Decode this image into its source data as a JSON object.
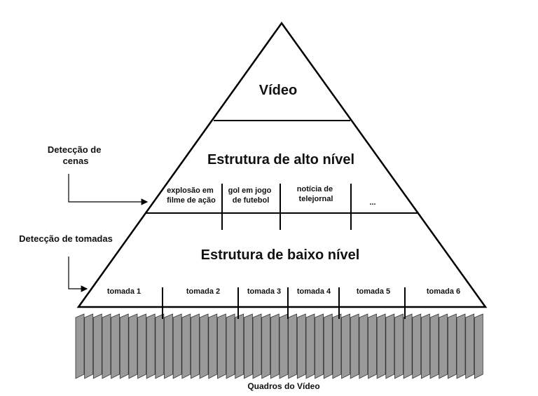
{
  "pyramid": {
    "top_label": "Vídeo",
    "high_level_label": "Estrutura de alto nível",
    "low_level_label": "Estrutura de baixo nível",
    "scenes": [
      [
        "explosão em",
        "filme de ação"
      ],
      [
        "gol em jogo",
        "de futebol"
      ],
      [
        "notícia de",
        "telejornal"
      ],
      [
        "..."
      ]
    ],
    "shots": [
      "tomada 1",
      "tomada 2",
      "tomada 3",
      "tomada 4",
      "tomada 5",
      "tomada 6"
    ]
  },
  "side_labels": {
    "scene_detection": [
      "Detecção de",
      "cenas"
    ],
    "shot_detection": "Detecção de tomadas"
  },
  "frames": {
    "caption": "Quadros do Vídeo"
  }
}
